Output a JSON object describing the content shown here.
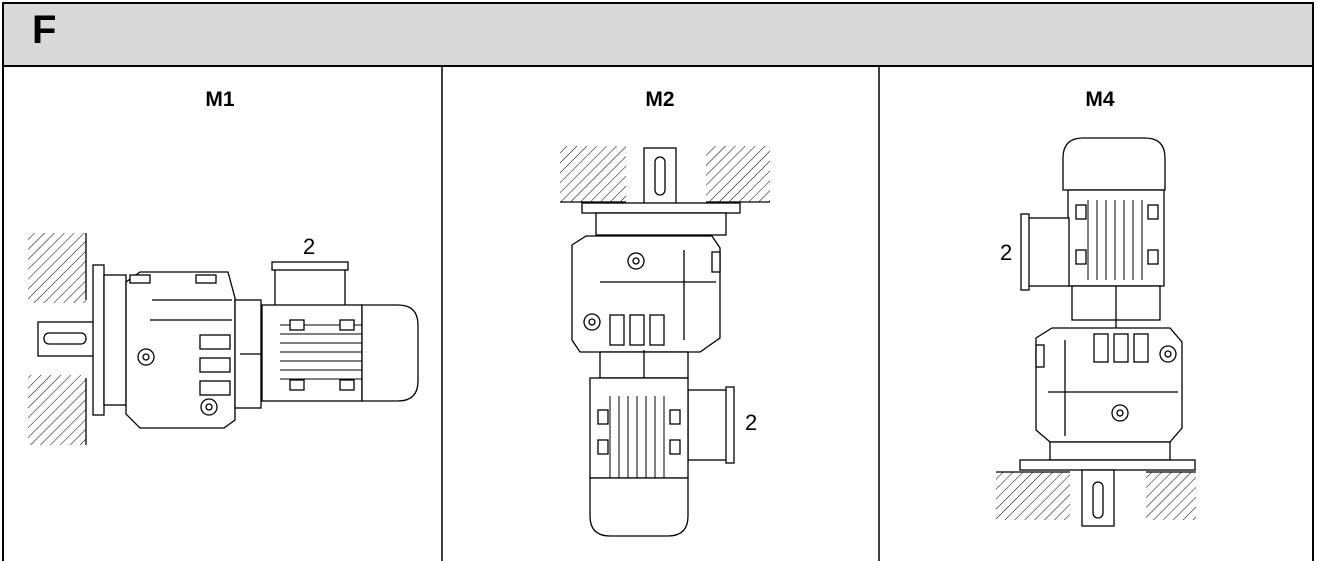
{
  "header": {
    "label": "F"
  },
  "columns": [
    {
      "title": "M1",
      "callout": "2"
    },
    {
      "title": "M2",
      "callout": "2"
    },
    {
      "title": "M4",
      "callout": "2"
    }
  ]
}
